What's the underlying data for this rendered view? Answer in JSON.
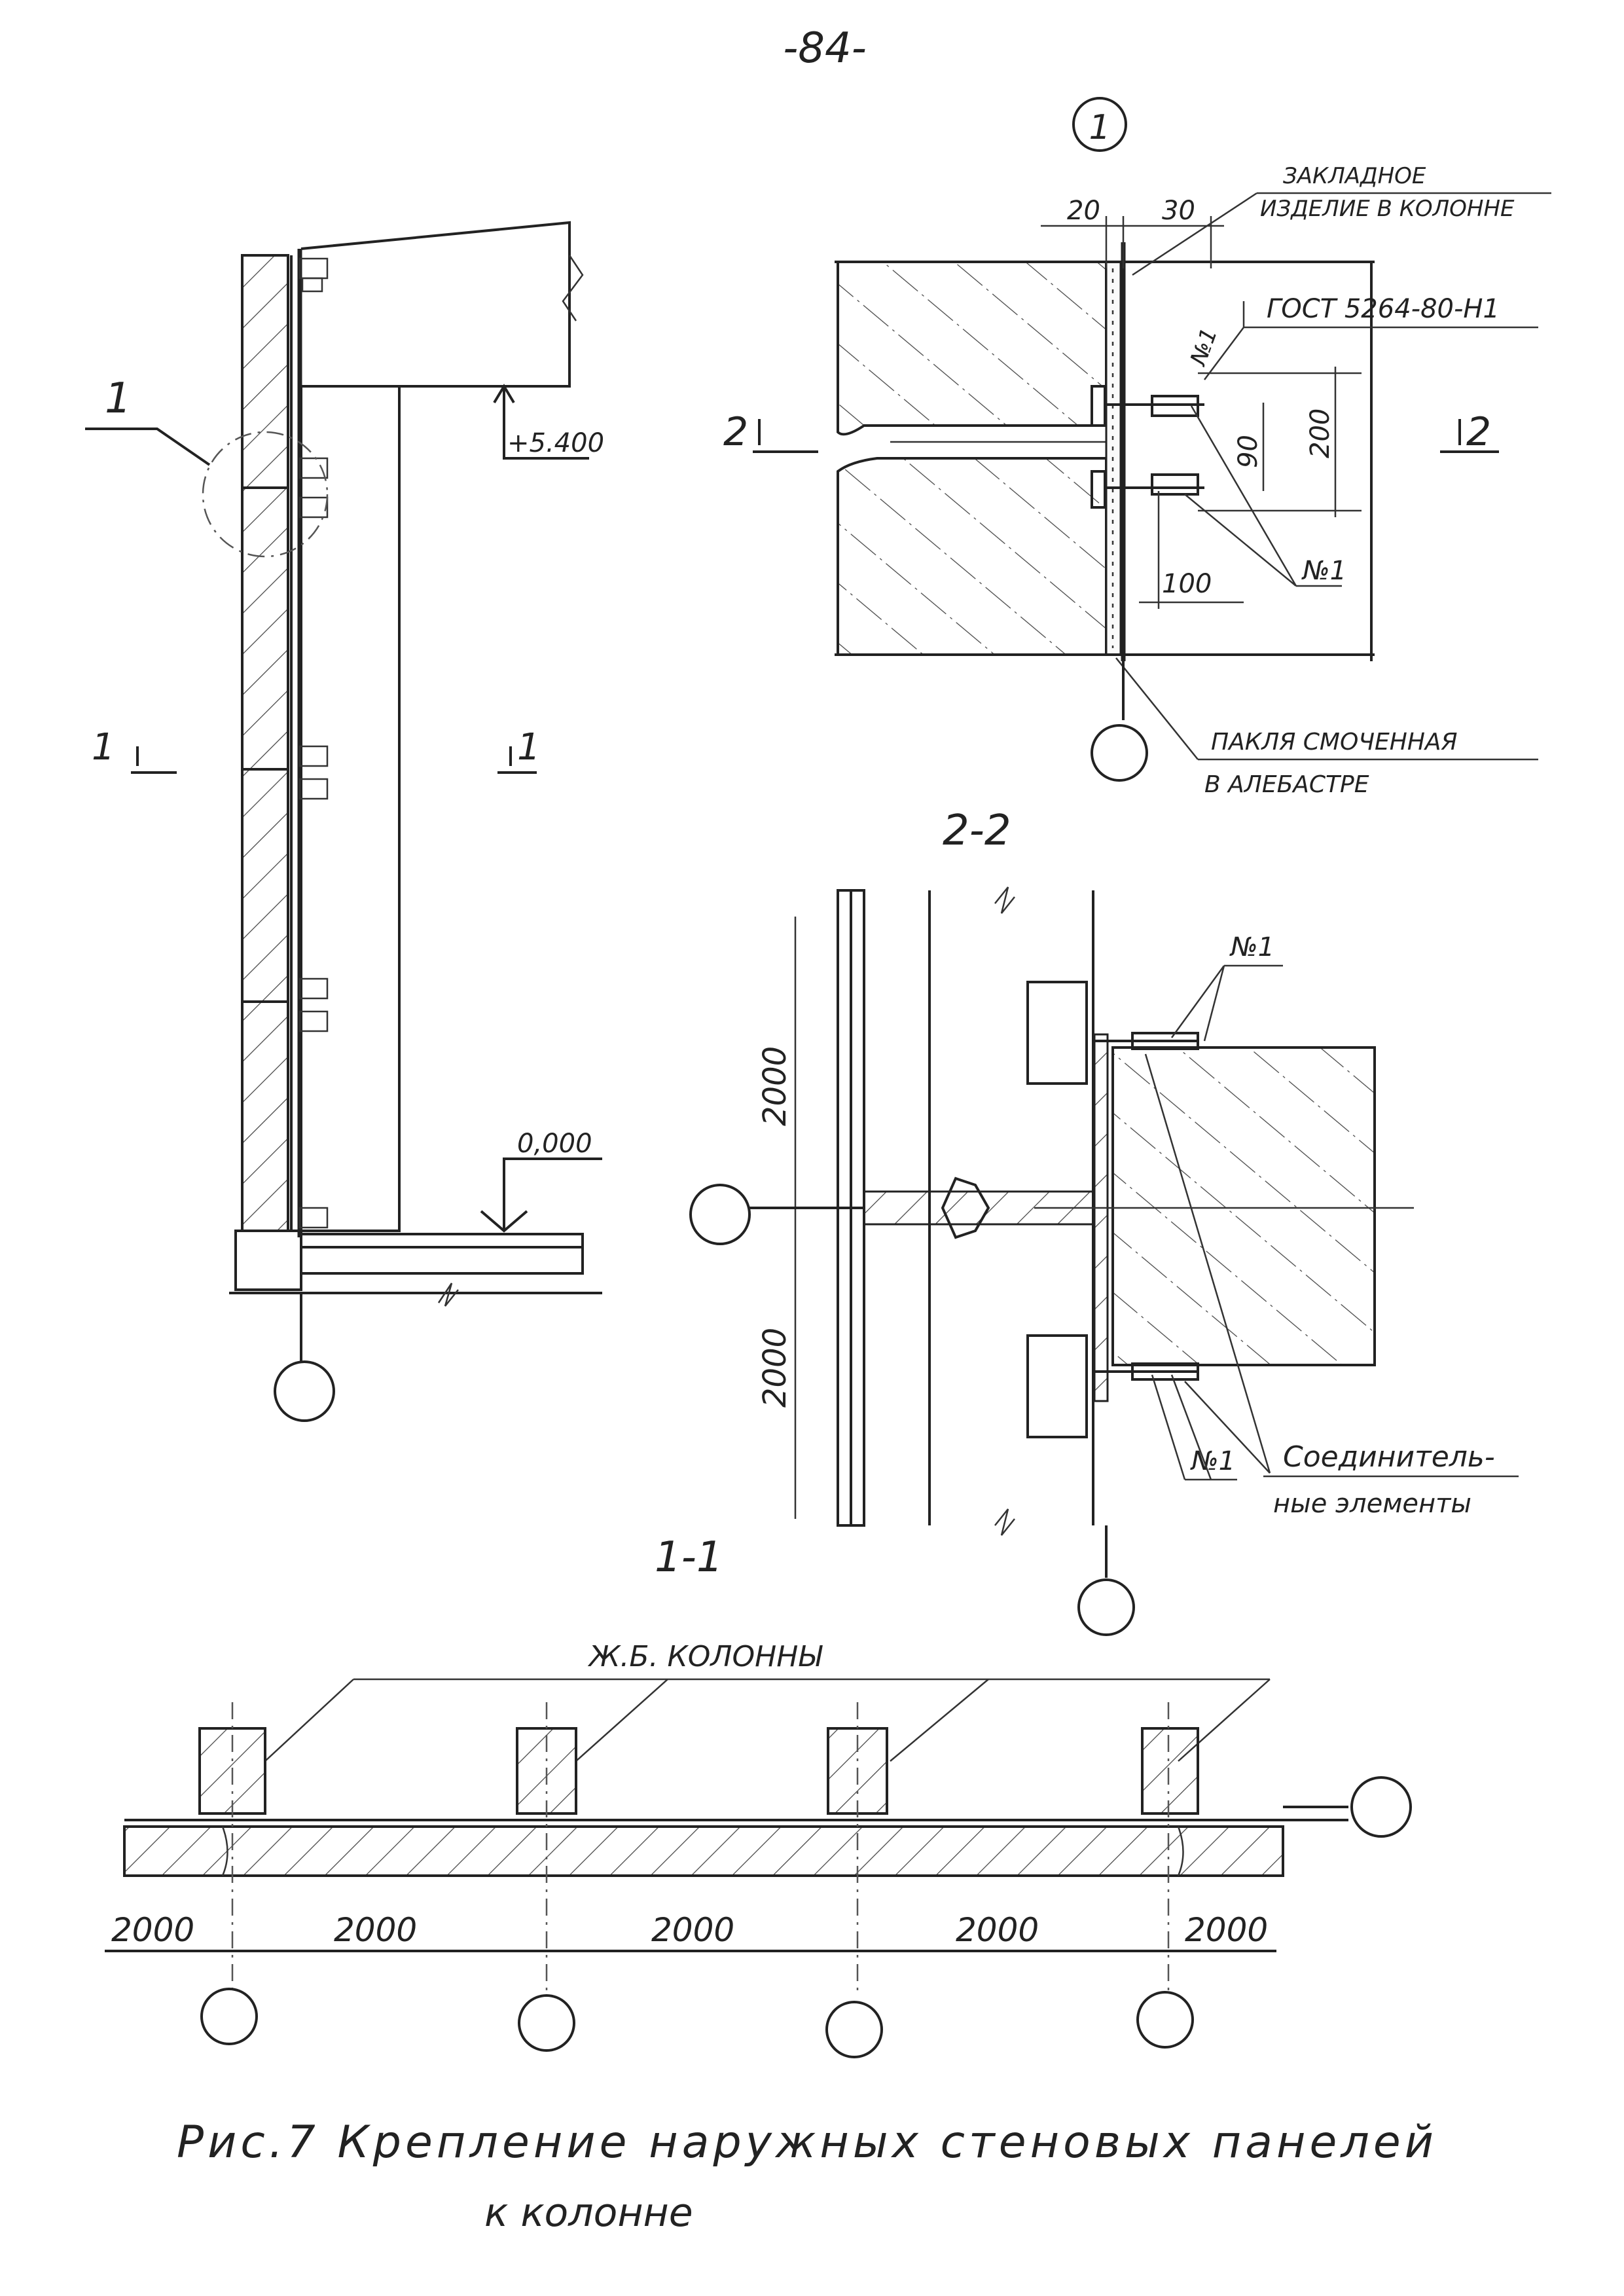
{
  "page_number": "-84-",
  "views": {
    "elevation": {
      "section_mark_left": "1",
      "section_mark_right": "1",
      "detail_callout": "1",
      "elevation_top": "+5.400",
      "elevation_floor": "0,000"
    },
    "detail_1": {
      "title": "1",
      "dim_20": "20",
      "dim_30": "30",
      "dim_90": "90",
      "dim_200": "200",
      "dim_100": "100",
      "section_mark_left": "2",
      "section_mark_right": "2",
      "embed_label_line1": "ЗАКЛАДНОЕ",
      "embed_label_line2": "ИЗДЕЛИЕ В КОЛОННЕ",
      "gost_label": "ГОСТ 5264-80-Н1",
      "weld_no1_a": "№1",
      "weld_no1_b": "№1",
      "tow_label_line1": "ПАКЛЯ СМОЧЕННАЯ",
      "tow_label_line2": "В АЛЕБАСТРЕ"
    },
    "section_2_2": {
      "title": "2-2",
      "dim_2000_top": "2000",
      "dim_2000_bottom": "2000",
      "weld_no1_top": "№1",
      "weld_no1_bottom": "№1",
      "connector_label_line1": "Соединитель-",
      "connector_label_line2": "ные элементы"
    },
    "section_1_1": {
      "title": "1-1",
      "columns_label": "Ж.Б. КОЛОННЫ",
      "spans": [
        "2000",
        "2000",
        "2000",
        "2000",
        "2000"
      ]
    }
  },
  "caption": {
    "line1": "Рис.7  Крепление наружных стеновых панелей",
    "line2": "к колонне"
  }
}
